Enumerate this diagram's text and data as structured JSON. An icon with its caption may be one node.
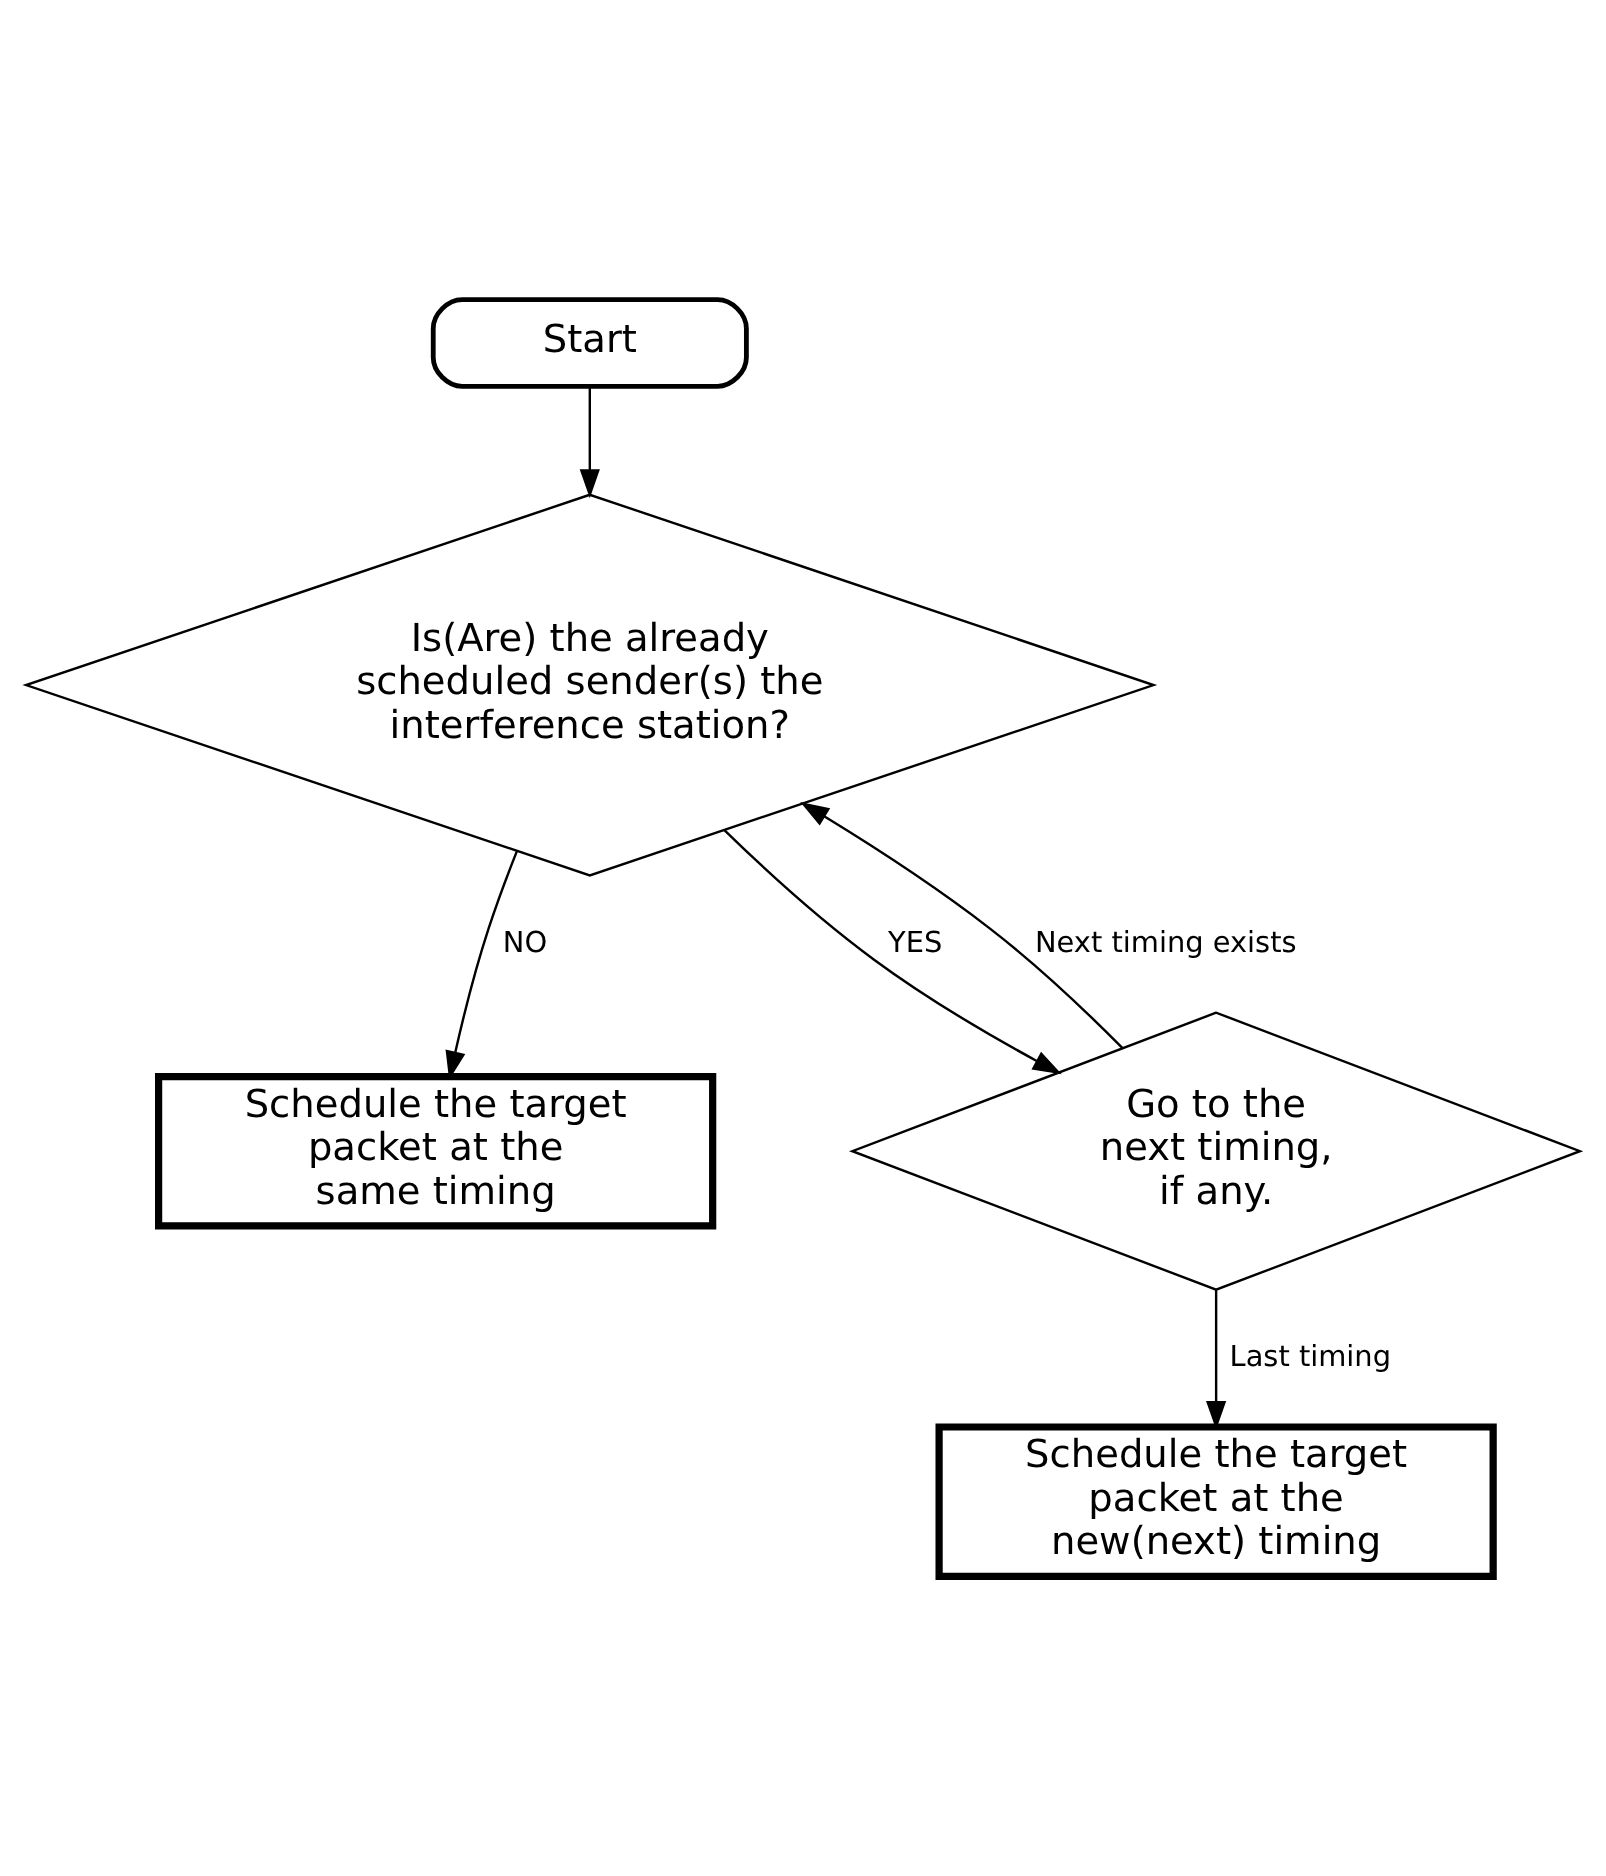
{
  "diagram": {
    "nodes": [
      {
        "text": [
          "Start"
        ]
      },
      {
        "text": [
          "Is(Are) the already scheduled sender(s) the interference station?"
        ]
      },
      {
        "text": [
          "Schedule the target packet at the same timing"
        ]
      },
      {
        "text": [
          "Go to the next timing, if any."
        ]
      },
      {
        "text": [
          "Schedule the target packet at the new(next) timing"
        ]
      }
    ],
    "edges": [
      {
        "from": 0,
        "to": 1,
        "arrow": "to"
      },
      {
        "from": 1,
        "to": 2,
        "arrow": "to",
        "label": "NO"
      },
      {
        "from": 1,
        "to": 3,
        "arrow": "to",
        "label": "YES"
      },
      {
        "from": 3,
        "to": 1,
        "arrow": "to",
        "label": "Next timing exists"
      },
      {
        "from": 3,
        "to": 4,
        "arrow": "to",
        "label": "Last timing"
      }
    ]
  }
}
